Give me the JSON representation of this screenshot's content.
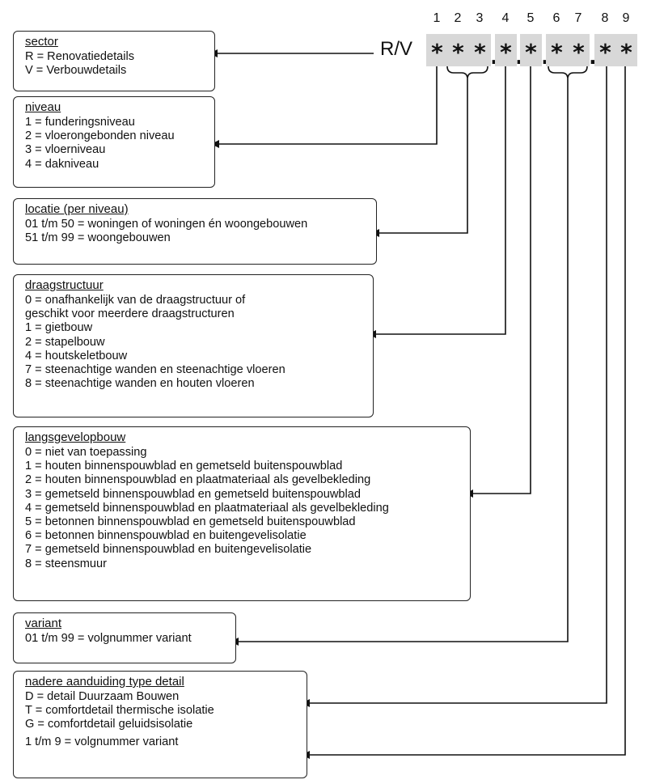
{
  "code": {
    "prefix": "R/V",
    "positions": [
      "1",
      "2",
      "3",
      "4",
      "5",
      "6",
      "7",
      "8",
      "9"
    ],
    "symbol": "*",
    "separator": "."
  },
  "boxes": {
    "sector": {
      "title": "sector",
      "lines": [
        "R = Renovatiedetails",
        "V = Verbouwdetails"
      ]
    },
    "niveau": {
      "title": "niveau",
      "lines": [
        "1 = funderingsniveau",
        "2 = vloerongebonden niveau",
        "3 = vloerniveau",
        "4 = dakniveau"
      ]
    },
    "locatie": {
      "title": "locatie (per niveau)",
      "lines": [
        "01 t/m 50 = woningen of woningen én woongebouwen",
        "51 t/m 99 = woongebouwen"
      ]
    },
    "draagstructuur": {
      "title": "draagstructuur",
      "lines": [
        "0 = onafhankelijk van de draagstructuur of",
        "geschikt voor meerdere draagstructuren",
        "1 = gietbouw",
        "2 = stapelbouw",
        "4 = houtskeletbouw",
        "7 = steenachtige wanden en steenachtige vloeren",
        "8 = steenachtige wanden en houten vloeren"
      ]
    },
    "langsgevelopbouw": {
      "title": "langsgevelopbouw",
      "lines": [
        "0 = niet van toepassing",
        "1 = houten binnenspouwblad en gemetseld buitenspouwblad",
        "2 = houten binnenspouwblad en plaatmateriaal als gevelbekleding",
        "3 = gemetseld binnenspouwblad en gemetseld buitenspouwblad",
        "4 = gemetseld binnenspouwblad en plaatmateriaal als gevelbekleding",
        "5 = betonnen binnenspouwblad en gemetseld buitenspouwblad",
        "6 = betonnen binnenspouwblad en buitengevelisolatie",
        "7 = gemetseld binnenspouwblad en buitengevelisolatie",
        "8 = steensmuur"
      ]
    },
    "variant": {
      "title": "variant",
      "lines": [
        "01 t/m 99 = volgnummer variant"
      ]
    },
    "nadere": {
      "title": "nadere aanduiding type detail",
      "lines": [
        "D = detail Duurzaam Bouwen",
        "T = comfortdetail thermische isolatie",
        "G = comfortdetail geluidsisolatie",
        "1 t/m 9 = volgnummer variant"
      ]
    }
  },
  "colors": {
    "line": "#111111",
    "star_bg": "#d8d8d8"
  }
}
